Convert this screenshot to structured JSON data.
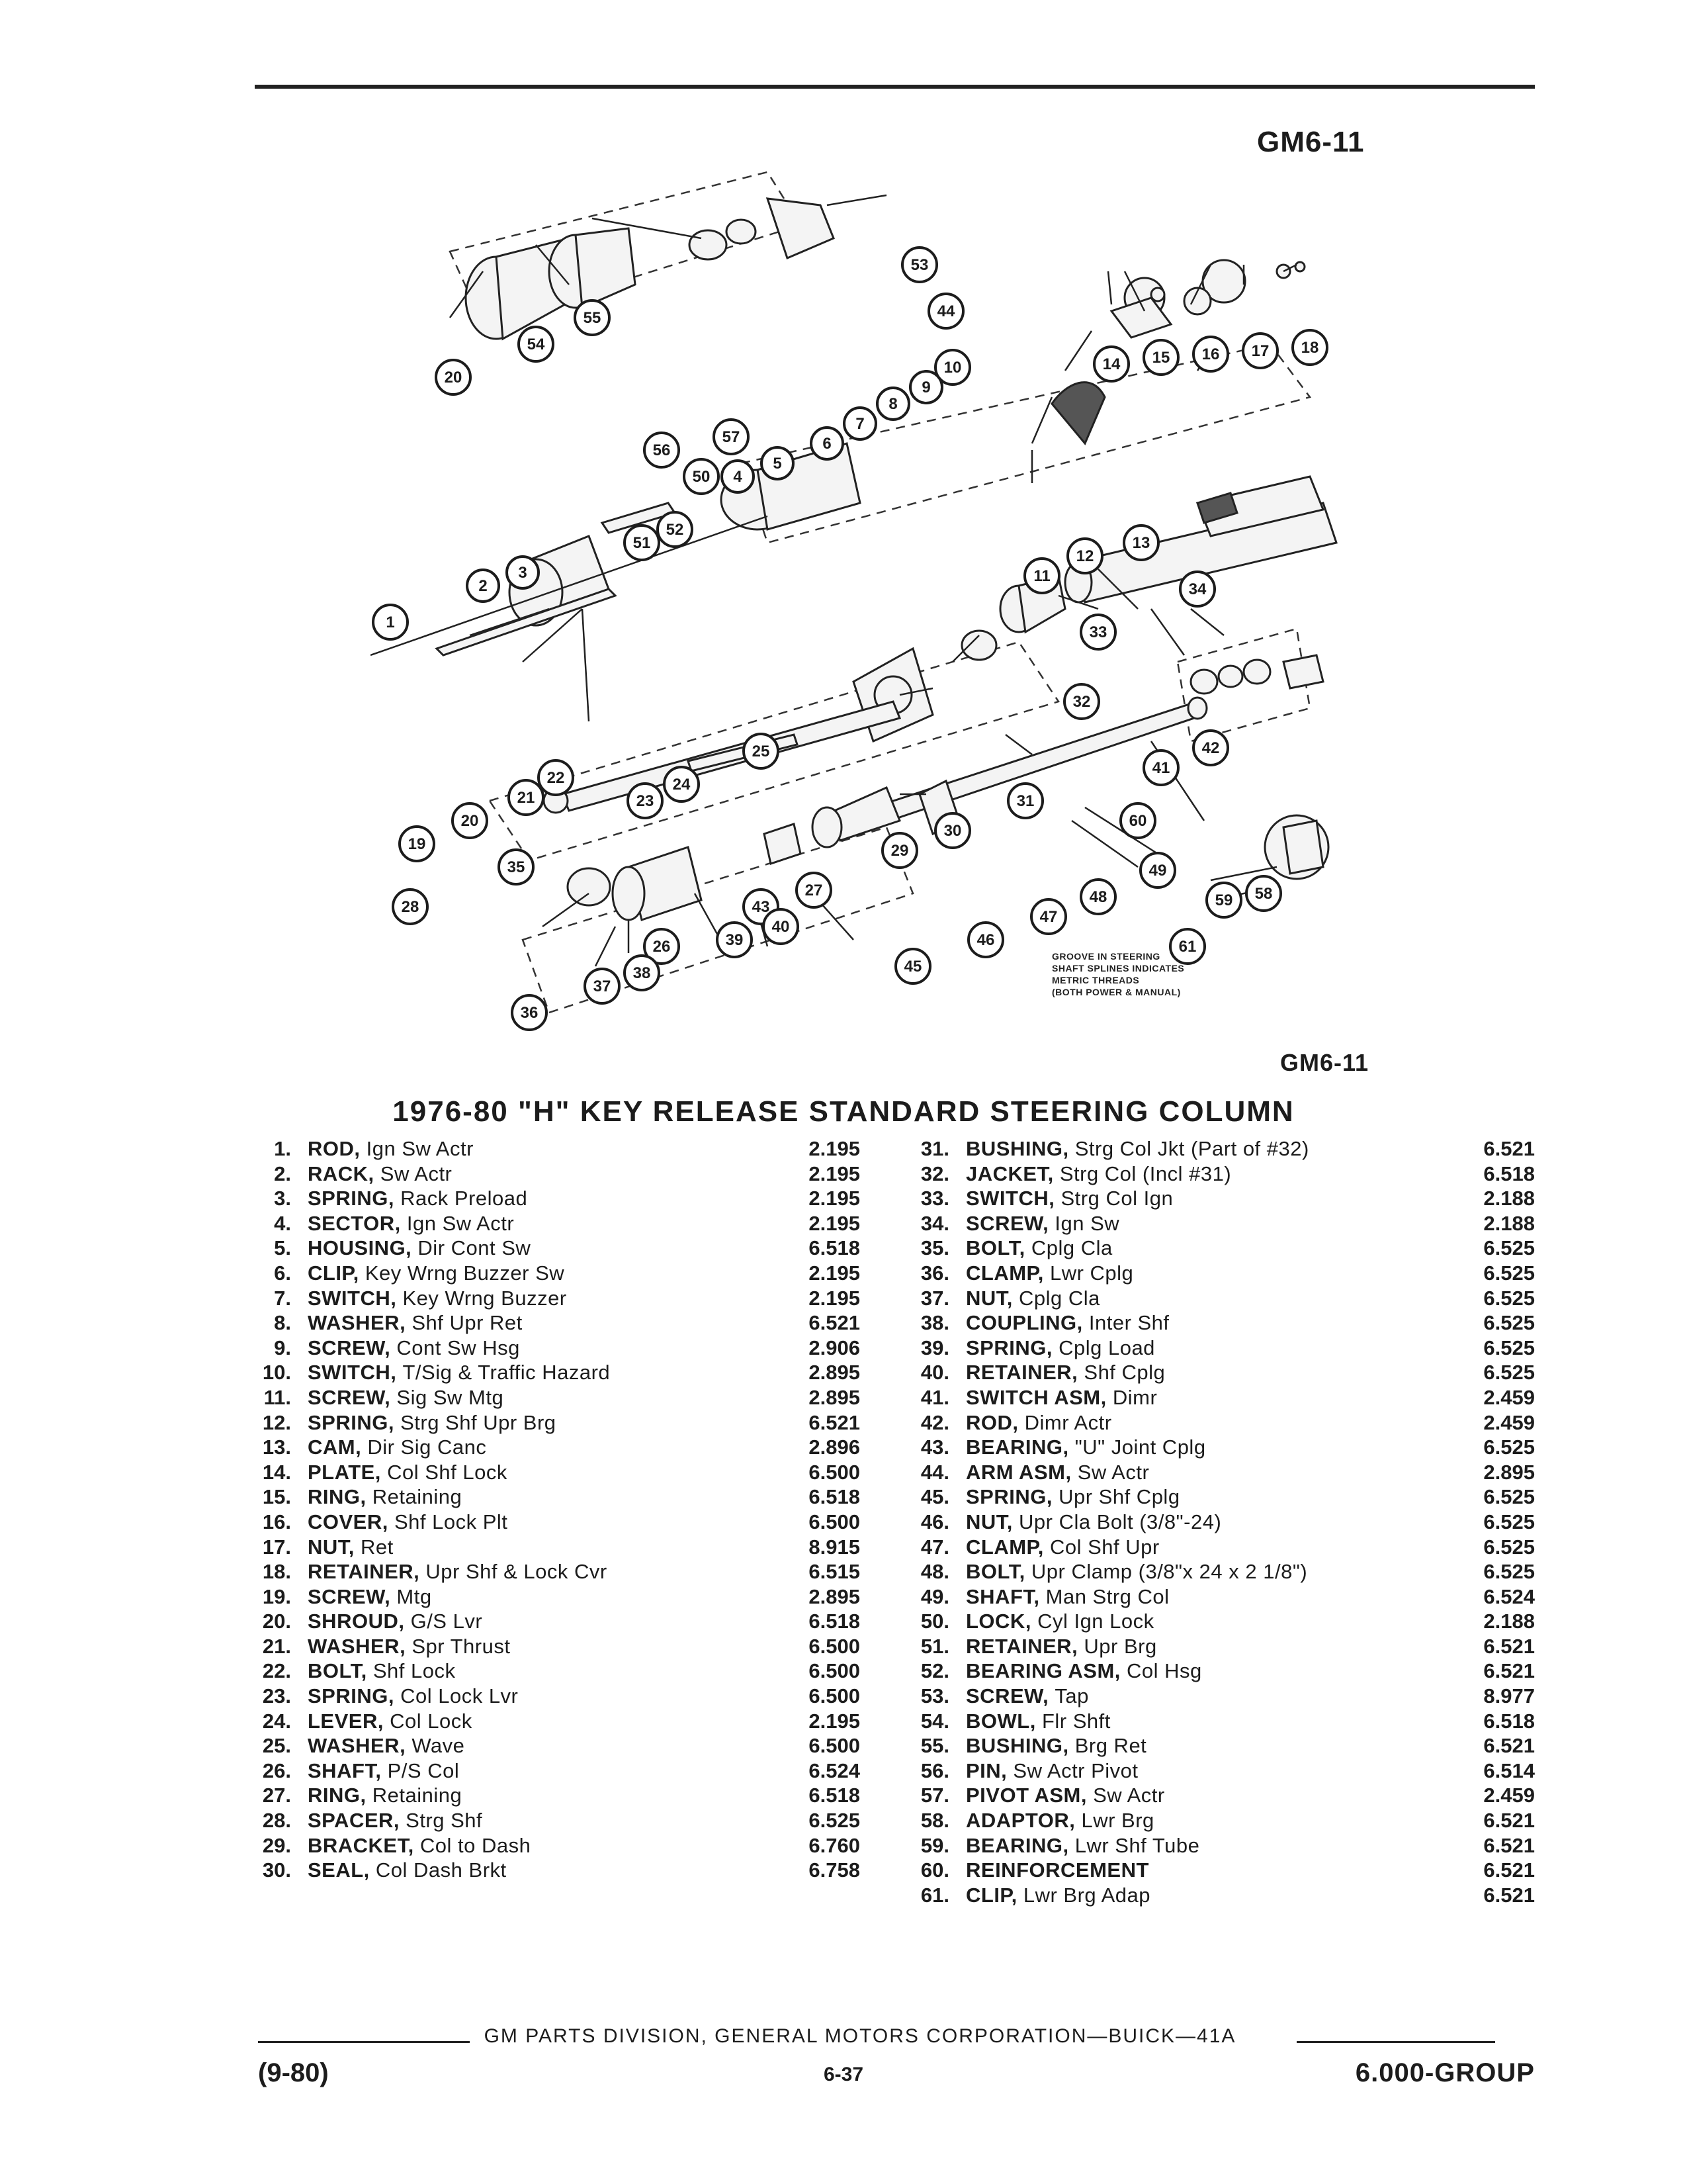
{
  "header": {
    "code": "GM6-11"
  },
  "diagram": {
    "code": "GM6-11",
    "note": [
      "GROOVE IN STEERING",
      "SHAFT SPLINES INDICATES",
      "METRIC THREADS",
      "(BOTH POWER & MANUAL)"
    ]
  },
  "title": "1976-80 \"H\" KEY RELEASE STANDARD STEERING COLUMN",
  "parts_left": [
    {
      "num": "1.",
      "name": "ROD,",
      "desc": "Ign Sw Actr",
      "code": "2.195"
    },
    {
      "num": "2.",
      "name": "RACK,",
      "desc": "Sw Actr",
      "code": "2.195"
    },
    {
      "num": "3.",
      "name": "SPRING,",
      "desc": "Rack Preload",
      "code": "2.195"
    },
    {
      "num": "4.",
      "name": "SECTOR,",
      "desc": "Ign Sw Actr",
      "code": "2.195"
    },
    {
      "num": "5.",
      "name": "HOUSING,",
      "desc": "Dir Cont Sw",
      "code": "6.518"
    },
    {
      "num": "6.",
      "name": "CLIP,",
      "desc": "Key Wrng Buzzer Sw",
      "code": "2.195"
    },
    {
      "num": "7.",
      "name": "SWITCH,",
      "desc": "Key Wrng Buzzer",
      "code": "2.195"
    },
    {
      "num": "8.",
      "name": "WASHER,",
      "desc": "Shf Upr Ret",
      "code": "6.521"
    },
    {
      "num": "9.",
      "name": "SCREW,",
      "desc": "Cont Sw Hsg",
      "code": "2.906"
    },
    {
      "num": "10.",
      "name": "SWITCH,",
      "desc": "T/Sig & Traffic Hazard",
      "code": "2.895"
    },
    {
      "num": "11.",
      "name": "SCREW,",
      "desc": "Sig Sw Mtg",
      "code": "2.895"
    },
    {
      "num": "12.",
      "name": "SPRING,",
      "desc": "Strg Shf Upr Brg",
      "code": "6.521"
    },
    {
      "num": "13.",
      "name": "CAM,",
      "desc": "Dir Sig Canc",
      "code": "2.896"
    },
    {
      "num": "14.",
      "name": "PLATE,",
      "desc": "Col Shf Lock",
      "code": "6.500"
    },
    {
      "num": "15.",
      "name": "RING,",
      "desc": "Retaining",
      "code": "6.518"
    },
    {
      "num": "16.",
      "name": "COVER,",
      "desc": "Shf Lock Plt",
      "code": "6.500"
    },
    {
      "num": "17.",
      "name": "NUT,",
      "desc": "Ret",
      "code": "8.915"
    },
    {
      "num": "18.",
      "name": "RETAINER,",
      "desc": "Upr Shf & Lock Cvr",
      "code": "6.515"
    },
    {
      "num": "19.",
      "name": "SCREW,",
      "desc": "Mtg",
      "code": "2.895"
    },
    {
      "num": "20.",
      "name": "SHROUD,",
      "desc": "G/S Lvr",
      "code": "6.518"
    },
    {
      "num": "21.",
      "name": "WASHER,",
      "desc": "Spr Thrust",
      "code": "6.500"
    },
    {
      "num": "22.",
      "name": "BOLT,",
      "desc": "Shf Lock",
      "code": "6.500"
    },
    {
      "num": "23.",
      "name": "SPRING,",
      "desc": "Col Lock Lvr",
      "code": "6.500"
    },
    {
      "num": "24.",
      "name": "LEVER,",
      "desc": "Col Lock",
      "code": "2.195"
    },
    {
      "num": "25.",
      "name": "WASHER,",
      "desc": "Wave",
      "code": "6.500"
    },
    {
      "num": "26.",
      "name": "SHAFT,",
      "desc": "P/S Col",
      "code": "6.524"
    },
    {
      "num": "27.",
      "name": "RING,",
      "desc": "Retaining",
      "code": "6.518"
    },
    {
      "num": "28.",
      "name": "SPACER,",
      "desc": "Strg Shf",
      "code": "6.525"
    },
    {
      "num": "29.",
      "name": "BRACKET,",
      "desc": "Col to Dash",
      "code": "6.760"
    },
    {
      "num": "30.",
      "name": "SEAL,",
      "desc": "Col Dash Brkt",
      "code": "6.758"
    }
  ],
  "parts_right": [
    {
      "num": "31.",
      "name": "BUSHING,",
      "desc": "Strg Col Jkt (Part of #32)",
      "code": "6.521"
    },
    {
      "num": "32.",
      "name": "JACKET,",
      "desc": "Strg Col (Incl #31)",
      "code": "6.518"
    },
    {
      "num": "33.",
      "name": "SWITCH,",
      "desc": "Strg Col Ign",
      "code": "2.188"
    },
    {
      "num": "34.",
      "name": "SCREW,",
      "desc": "Ign Sw",
      "code": "2.188"
    },
    {
      "num": "35.",
      "name": "BOLT,",
      "desc": "Cplg Cla",
      "code": "6.525"
    },
    {
      "num": "36.",
      "name": "CLAMP,",
      "desc": "Lwr Cplg",
      "code": "6.525"
    },
    {
      "num": "37.",
      "name": "NUT,",
      "desc": "Cplg Cla",
      "code": "6.525"
    },
    {
      "num": "38.",
      "name": "COUPLING,",
      "desc": "Inter Shf",
      "code": "6.525"
    },
    {
      "num": "39.",
      "name": "SPRING,",
      "desc": "Cplg Load",
      "code": "6.525"
    },
    {
      "num": "40.",
      "name": "RETAINER,",
      "desc": "Shf Cplg",
      "code": "6.525"
    },
    {
      "num": "41.",
      "name": "SWITCH ASM,",
      "desc": "Dimr",
      "code": "2.459"
    },
    {
      "num": "42.",
      "name": "ROD,",
      "desc": "Dimr Actr",
      "code": "2.459"
    },
    {
      "num": "43.",
      "name": "BEARING,",
      "desc": "\"U\" Joint Cplg",
      "code": "6.525"
    },
    {
      "num": "44.",
      "name": "ARM ASM,",
      "desc": "Sw Actr",
      "code": "2.895"
    },
    {
      "num": "45.",
      "name": "SPRING,",
      "desc": "Upr Shf Cplg",
      "code": "6.525"
    },
    {
      "num": "46.",
      "name": "NUT,",
      "desc": "Upr Cla Bolt (3/8\"-24)",
      "code": "6.525"
    },
    {
      "num": "47.",
      "name": "CLAMP,",
      "desc": "Col Shf Upr",
      "code": "6.525"
    },
    {
      "num": "48.",
      "name": "BOLT,",
      "desc": "Upr Clamp (3/8\"x 24 x 2 1/8\")",
      "code": "6.525"
    },
    {
      "num": "49.",
      "name": "SHAFT,",
      "desc": "Man Strg Col",
      "code": "6.524"
    },
    {
      "num": "50.",
      "name": "LOCK,",
      "desc": "Cyl Ign Lock",
      "code": "2.188"
    },
    {
      "num": "51.",
      "name": "RETAINER,",
      "desc": "Upr Brg",
      "code": "6.521"
    },
    {
      "num": "52.",
      "name": "BEARING ASM,",
      "desc": "Col Hsg",
      "code": "6.521"
    },
    {
      "num": "53.",
      "name": "SCREW,",
      "desc": "Tap",
      "code": "8.977"
    },
    {
      "num": "54.",
      "name": "BOWL,",
      "desc": "Flr Shft",
      "code": "6.518"
    },
    {
      "num": "55.",
      "name": "BUSHING,",
      "desc": "Brg Ret",
      "code": "6.521"
    },
    {
      "num": "56.",
      "name": "PIN,",
      "desc": "Sw Actr Pivot",
      "code": "6.514"
    },
    {
      "num": "57.",
      "name": "PIVOT ASM,",
      "desc": "Sw Actr",
      "code": "2.459"
    },
    {
      "num": "58.",
      "name": "ADAPTOR,",
      "desc": "Lwr Brg",
      "code": "6.521"
    },
    {
      "num": "59.",
      "name": "BEARING,",
      "desc": "Lwr Shf Tube",
      "code": "6.521"
    },
    {
      "num": "60.",
      "name": "REINFORCEMENT",
      "desc": "",
      "code": "6.521"
    },
    {
      "num": "61.",
      "name": "CLIP,",
      "desc": "Lwr Brg Adap",
      "code": "6.521"
    }
  ],
  "footer": {
    "publisher": "GM PARTS DIVISION, GENERAL MOTORS CORPORATION—BUICK—41A",
    "date": "(9-80)",
    "page": "6-37",
    "group": "6.000-GROUP"
  }
}
